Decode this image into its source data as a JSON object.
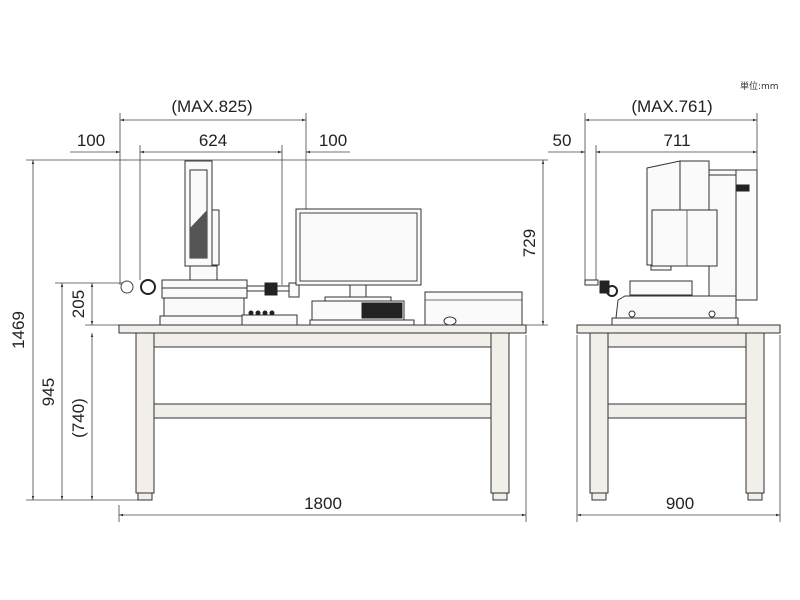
{
  "unit_label": "単位:mm",
  "front_view": {
    "max_width": "(MAX.825)",
    "left_clearance": "100",
    "machine_width": "624",
    "right_clearance": "100",
    "total_height": "1469",
    "stage_height": "945",
    "table_height": "(740)",
    "stage_above_table": "205",
    "machine_height": "729",
    "table_width": "1800"
  },
  "side_view": {
    "max_depth": "(MAX.761)",
    "front_clearance": "50",
    "machine_depth": "711",
    "table_depth": "900"
  }
}
